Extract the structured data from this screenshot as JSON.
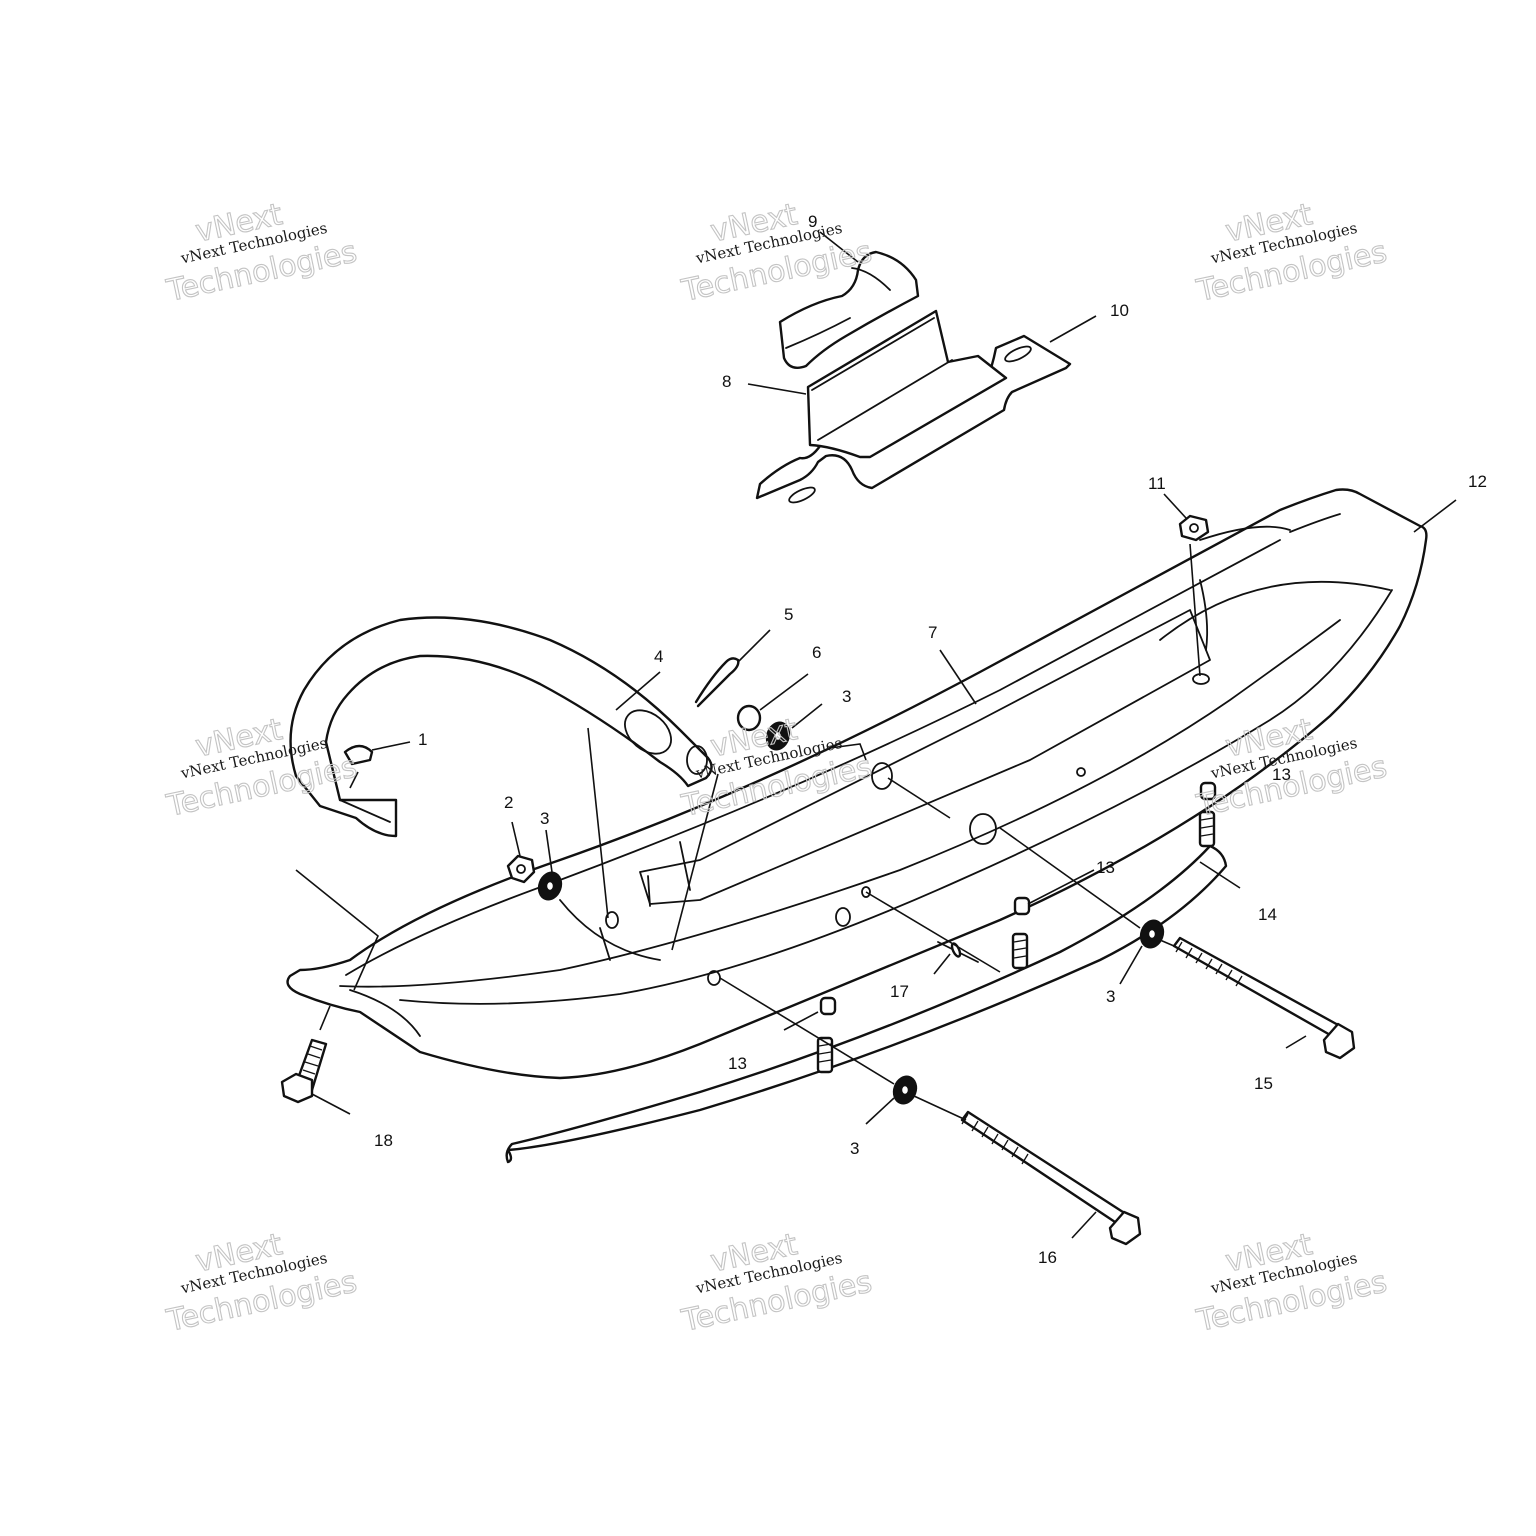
{
  "callouts": {
    "c1": "1",
    "c2": "2",
    "c3a": "3",
    "c3b": "3",
    "c3c": "3",
    "c3d": "3",
    "c4": "4",
    "c5": "5",
    "c6": "6",
    "c7": "7",
    "c8": "8",
    "c9": "9",
    "c10": "10",
    "c11": "11",
    "c12": "12",
    "c13a": "13",
    "c13b": "13",
    "c13c": "13",
    "c14": "14",
    "c15": "15",
    "c16": "16",
    "c17": "17",
    "c18": "18"
  },
  "watermark": {
    "line1": "vNext",
    "line2": "vNext Technologies",
    "line3": "Technologies"
  }
}
